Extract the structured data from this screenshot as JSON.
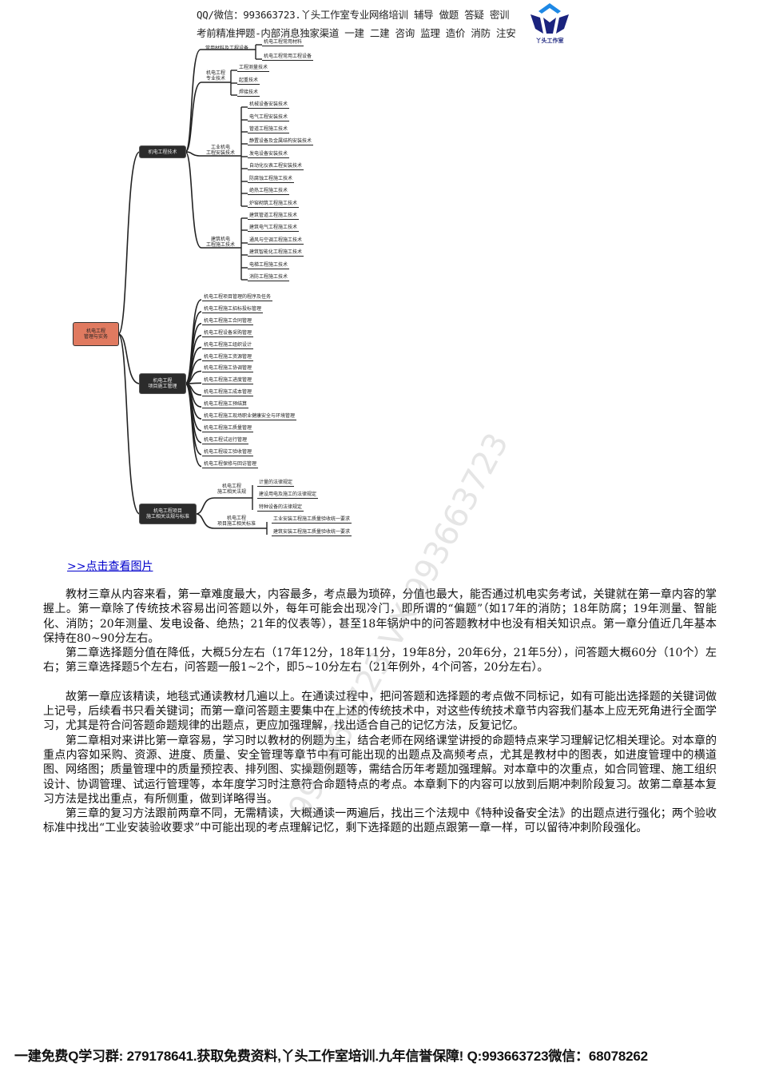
{
  "header": {
    "line1": "QQ/微信：993663723.丫头工作室专业网络培训 辅导 做题 答疑 密训",
    "line2": "考前精准押题-内部消息独家渠道 一建 二建 咨询 监理 造价 消防 注安",
    "logo_text": "丫头工作室",
    "logo_colors": [
      "#1a237e",
      "#1e88e5"
    ]
  },
  "mindmap": {
    "root": "机电工程\n管理与实务",
    "branches": [
      {
        "label": "机电工程技术",
        "groups": [
          {
            "label": "常用材料及工程设备",
            "items": [
              "机电工程常用材料",
              "机电工程常用工程设备"
            ]
          },
          {
            "label": "机电工程\n专业技术",
            "items": [
              "工程测量技术",
              "起重技术",
              "焊接技术"
            ]
          },
          {
            "label": "工业机电\n工程安装技术",
            "items": [
              "机械设备安装技术",
              "电气工程安装技术",
              "管道工程施工技术",
              "静置设备及金属结构安装技术",
              "发电设备安装技术",
              "自动化仪表工程安装技术",
              "防腐蚀工程施工技术",
              "绝热工程施工技术",
              "炉窑砌筑工程施工技术"
            ]
          },
          {
            "label": "建筑机电\n工程施工技术",
            "items": [
              "建筑管道工程施工技术",
              "建筑电气工程施工技术",
              "通风与空调工程施工技术",
              "建筑智能化工程施工技术",
              "电梯工程施工技术",
              "消防工程施工技术"
            ]
          }
        ]
      },
      {
        "label": "机电工程\n项目施工管理",
        "items": [
          "机电工程项目管理的程序及任务",
          "机电工程施工招标投标管理",
          "机电工程施工合同管理",
          "机电工程设备采购管理",
          "机电工程施工组织设计",
          "机电工程施工资源管理",
          "机电工程施工协调管理",
          "机电工程施工进度管理",
          "机电工程施工成本管理",
          "机电工程施工预结算",
          "机电工程施工现场职业健康安全与环境管理",
          "机电工程施工质量管理",
          "机电工程试运行管理",
          "机电工程竣工验收管理",
          "机电工程保修与回访管理"
        ]
      },
      {
        "label": "机电工程项目\n施工相关法规与标准",
        "groups": [
          {
            "label": "机电工程\n施工相关法规",
            "items": [
              "计量的法律规定",
              "建设用电及施工的法律规定",
              "特种设备的法律规定"
            ]
          },
          {
            "label": "机电工程\n项目施工相关标准",
            "items": [
              "工业安装工程施工质量验收统一要求",
              "建筑安装工程施工质量验收统一要求"
            ]
          }
        ]
      }
    ]
  },
  "link_text": ">>点击查看图片",
  "paragraphs": [
    "教材三章从内容来看，第一章难度最大，内容最多，考点最为琐碎，分值也最大，能否通过机电实务考试，关键就在第一章内容的掌握上。第一章除了传统技术容易出问答题以外，每年可能会出现冷门，即所谓的“偏题”（如17年的消防；18年防腐；19年测量、智能化、消防；20年测量、发电设备、绝热；21年的仪表等），甚至18年锅炉中的问答题教材中也没有相关知识点。第一章分值近几年基本保持在80~90分左右。",
    "第二章选择题分值在降低，大概5分左右（17年12分，18年11分，19年8分，20年6分，21年5分），问答题大概60分（10个）左右；第三章选择题5个左右，问答题一般1~2个，即5~10分左右（21年例外，4个问答，20分左右）。",
    "故第一章应该精读，地毯式通读教材几遍以上。在通读过程中，把问答题和选择题的考点做不同标记，如有可能出选择题的关键词做上记号，后续看书只看关键词；而第一章问答题主要集中在上述的传统技术中，对这些传统技术章节内容我们基本上应无死角进行全面学习，尤其是符合问答题命题规律的出题点，更应加强理解，找出适合自己的记忆方法，反复记忆。",
    "第二章相对来讲比第一章容易，学习时以教材的例题为主，结合老师在网络课堂讲授的命题特点来学习理解记忆相关理论。对本章的重点内容如采购、资源、进度、质量、安全管理等章节中有可能出现的出题点及高频考点，尤其是教材中的图表，如进度管理中的横道图、网络图；质量管理中的质量预控表、排列图、实操题例题等，需结合历年考题加强理解。对本章中的次重点，如合同管理、施工组织设计、协调管理、试运行管理等，本年度学习时注意符合命题特点的考点。本章剩下的内容可以放到后期冲刺阶段复习。故第二章基本复习方法是找出重点，有所侧重，做到详略得当。",
    "第三章的复习方法跟前两章不同，无需精读，大概通读一两遍后，找出三个法规中《特种设备安全法》的出题点进行强化；两个验收标准中找出“工业安装验收要求”中可能出现的考点理解记忆，剩下选择题的出题点跟第一章一样，可以留待冲刺阶段强化。"
  ],
  "watermark": "993663723 VX 993663723",
  "footer": "一建免费Q学习群: 279178641.获取免费资料,丫头工作室培训.九年信誉保障! Q:993663723微信：68078262"
}
